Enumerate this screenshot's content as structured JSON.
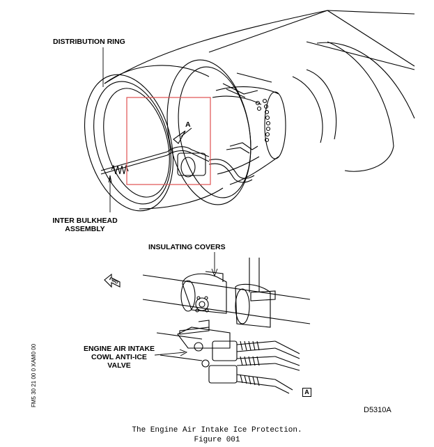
{
  "labels": {
    "distribution_ring": "DISTRIBUTION RING",
    "inter_bulkhead_line1": "INTER BULKHEAD",
    "inter_bulkhead_line2": "ASSEMBLY",
    "insulating_covers": "INSULATING COVERS",
    "valve_line1": "ENGINE AIR INTAKE",
    "valve_line2": "COWL ANTI-ICE",
    "valve_line3": "VALVE",
    "callout_a": "A",
    "detail_a": "A",
    "fwd": "FWD",
    "figure_id": "D5310A",
    "side_code": "FM5 30 21 00 0 XAM0 00"
  },
  "caption": {
    "title": "The Engine Air Intake Ice Protection.",
    "figure": "Figure 001"
  },
  "colors": {
    "highlight_box": "#e05050",
    "line": "#000000"
  }
}
